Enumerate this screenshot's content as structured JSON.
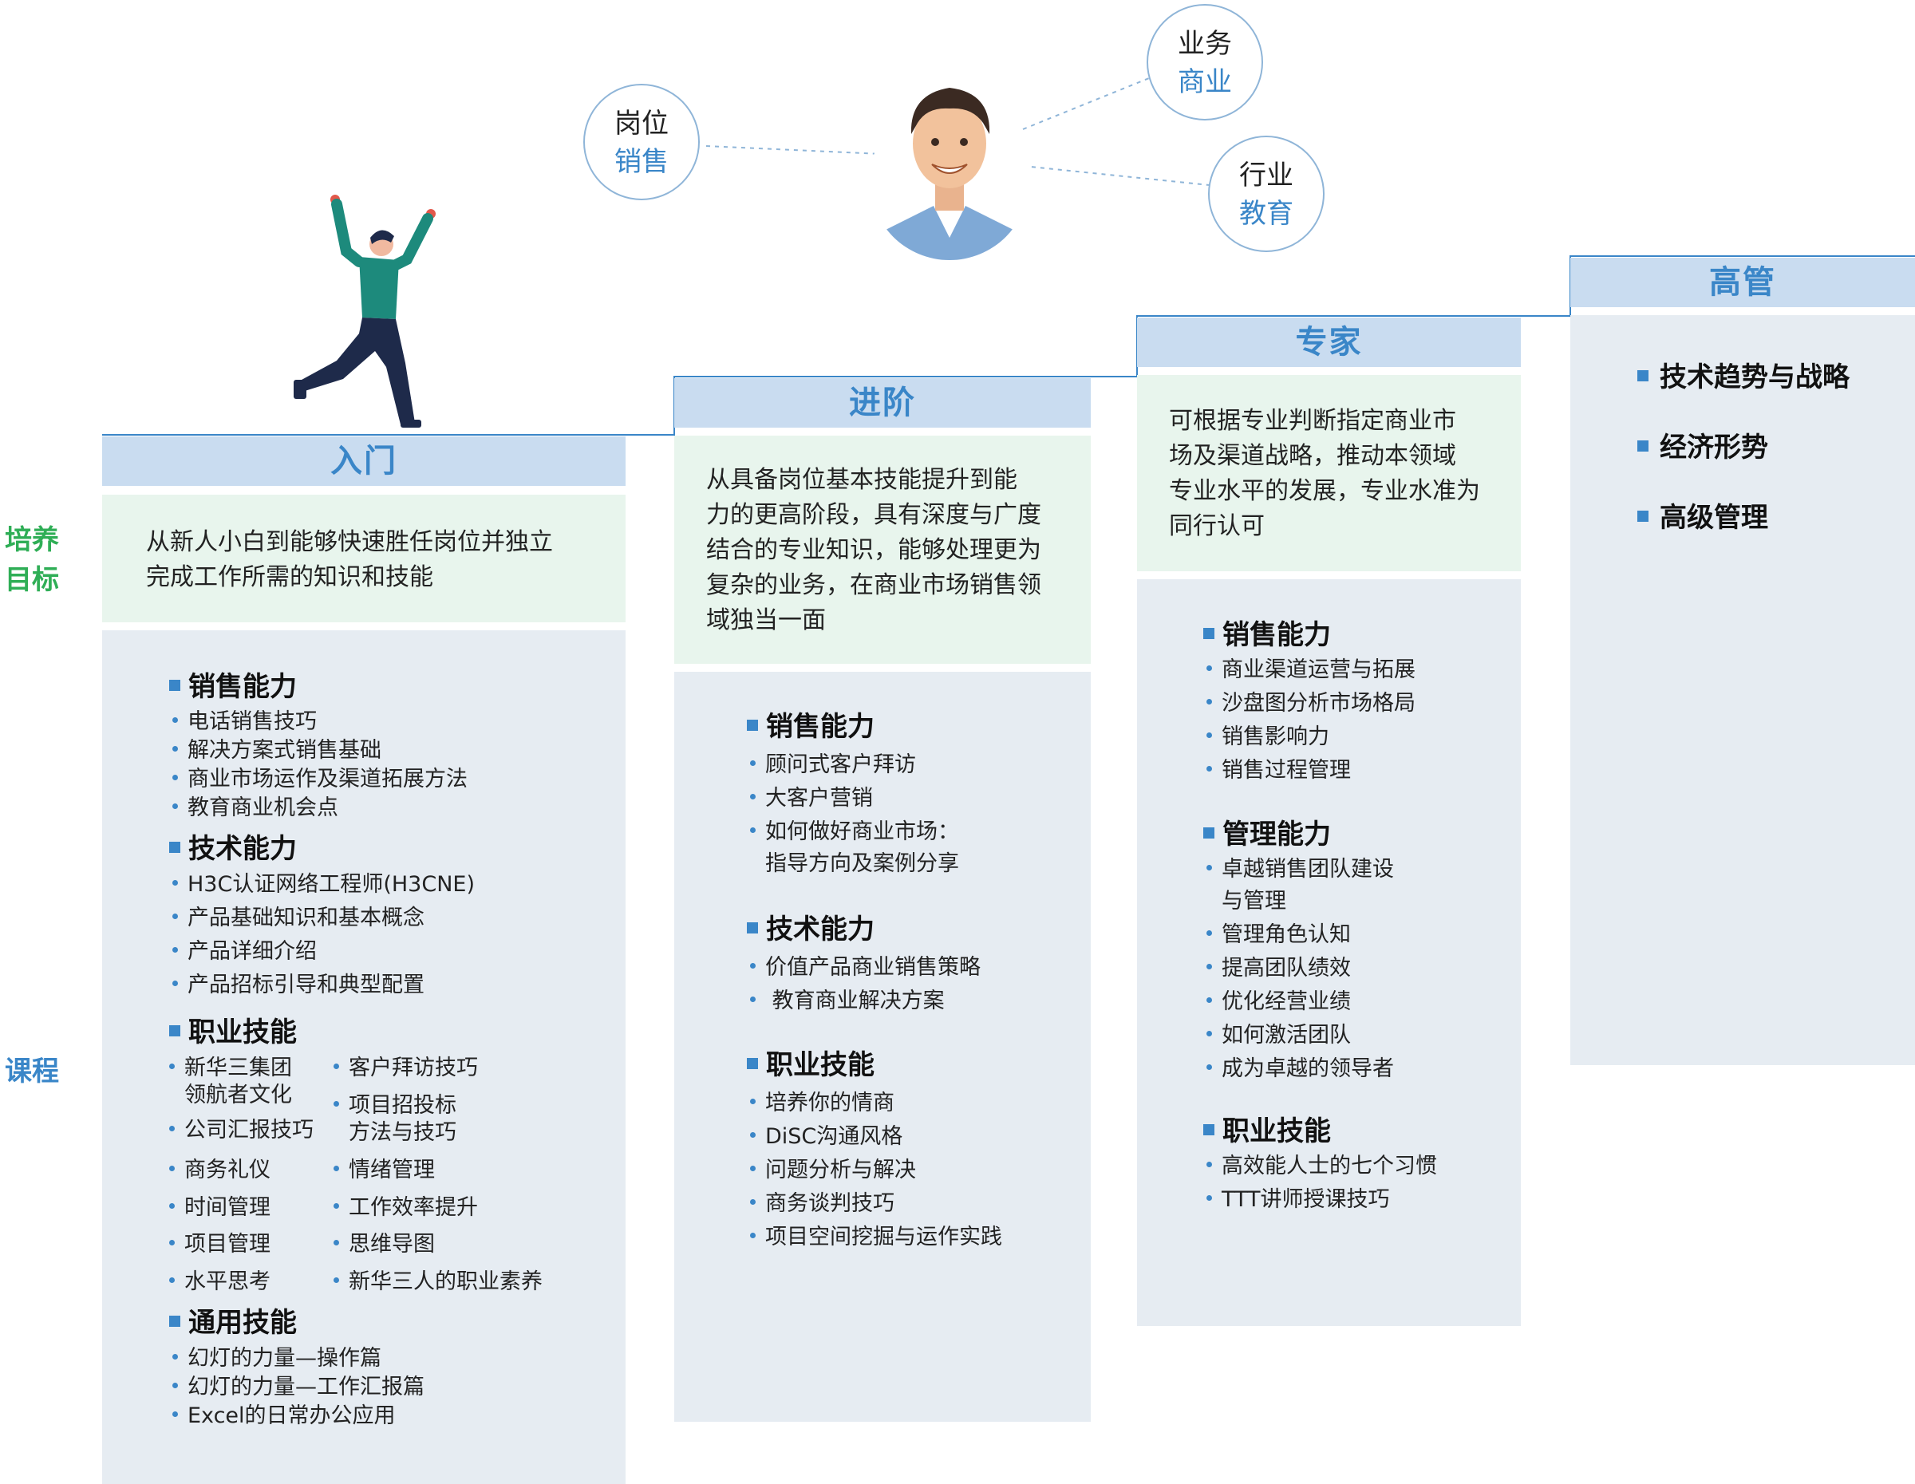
{
  "side_labels": {
    "goal": [
      "培养",
      "目标"
    ],
    "course": "课程"
  },
  "colors": {
    "accent_blue": "#3a86c8",
    "accent_green": "#2fae56",
    "stage_header_bg": "#c9dcf0",
    "goal_bg": "#e8f5ed",
    "course_bg": "#e6ecf2"
  },
  "profile": {
    "bubbles": [
      {
        "title": "岗位",
        "value": "销售"
      },
      {
        "title": "业务",
        "value": "商业"
      },
      {
        "title": "行业",
        "value": "教育"
      }
    ]
  },
  "stages": {
    "entry": {
      "title": "入门",
      "goal": [
        "从新人小白到能够快速胜任岗位并独立",
        "完成工作所需的知识和技能"
      ],
      "sales": {
        "title": "销售能力",
        "items": [
          "电话销售技巧",
          "解决方案式销售基础",
          "商业市场运作及渠道拓展方法",
          "教育商业机会点"
        ]
      },
      "tech": {
        "title": "技术能力",
        "items": [
          "H3C认证网络工程师(H3CNE)",
          "产品基础知识和基本概念",
          "产品详细介绍",
          "产品招标引导和典型配置"
        ]
      },
      "career": {
        "title": "职业技能",
        "left": [
          "新华三集团",
          "领航者文化",
          "公司汇报技巧",
          "商务礼仪",
          "时间管理",
          "项目管理",
          "水平思考"
        ],
        "right": [
          "客户拜访技巧",
          "项目招投标",
          "方法与技巧",
          "情绪管理",
          "工作效率提升",
          "思维导图",
          "新华三人的职业素养"
        ]
      },
      "general": {
        "title": "通用技能",
        "items": [
          "幻灯的力量—操作篇",
          "幻灯的力量—工作汇报篇",
          "Excel的日常办公应用"
        ]
      }
    },
    "advanced": {
      "title": "进阶",
      "goal": [
        "从具备岗位基本技能提升到能",
        "力的更高阶段，具有深度与广度",
        "结合的专业知识，能够处理更为",
        "复杂的业务，在商业市场销售领",
        "域独当一面"
      ],
      "sales": {
        "title": "销售能力",
        "items": [
          "顾问式客户拜访",
          "大客户营销",
          "如何做好商业市场：",
          "指导方向及案例分享"
        ]
      },
      "tech": {
        "title": "技术能力",
        "items": [
          "价值产品商业销售策略",
          " 教育商业解决方案"
        ]
      },
      "career": {
        "title": "职业技能",
        "items": [
          "培养你的情商",
          "DiSC沟通风格",
          "问题分析与解决",
          "商务谈判技巧",
          "项目空间挖掘与运作实践"
        ]
      }
    },
    "expert": {
      "title": "专家",
      "goal": [
        "可根据专业判断指定商业市",
        "场及渠道战略，推动本领域",
        "专业水平的发展，专业水准为",
        "同行认可"
      ],
      "sales": {
        "title": "销售能力",
        "items": [
          "商业渠道运营与拓展",
          "沙盘图分析市场格局",
          "销售影响力",
          "销售过程管理"
        ]
      },
      "mgmt": {
        "title": "管理能力",
        "items": [
          "卓越销售团队建设",
          "与管理",
          "管理角色认知",
          "提高团队绩效",
          "优化经营业绩",
          "如何激活团队",
          "成为卓越的领导者"
        ]
      },
      "career": {
        "title": "职业技能",
        "items": [
          "高效能人士的七个习惯",
          "TTT讲师授课技巧"
        ]
      }
    },
    "executive": {
      "title": "高管",
      "items": [
        "技术趋势与战略",
        "经济形势",
        "高级管理"
      ]
    }
  }
}
